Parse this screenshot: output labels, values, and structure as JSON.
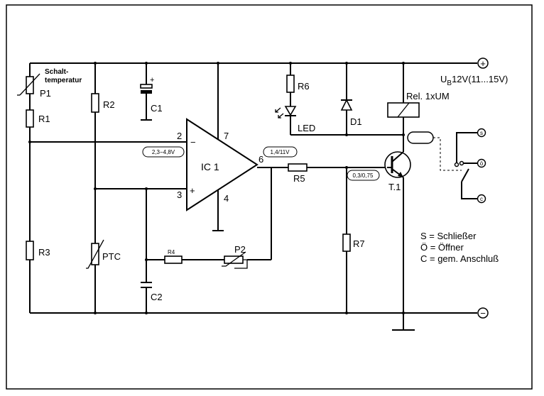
{
  "supply": {
    "ub_prefix": "U",
    "ub_sub": "B",
    "ub_value": "12V(11...15V)",
    "plus_symbol": "+",
    "minus_symbol": "−"
  },
  "components": {
    "p1_note_line1": "Schalt-",
    "p1_note_line2": "temperatur",
    "p1": "P1",
    "r1": "R1",
    "r2": "R2",
    "r3": "R3",
    "r4": "R4",
    "r5": "R5",
    "r6": "R6",
    "r7": "R7",
    "c1": "C1",
    "c1_plus": "+",
    "c2": "C2",
    "ptc": "PTC",
    "p2": "P2",
    "ic1": "IC 1",
    "led": "LED",
    "d1": "D1",
    "t1": "T.1",
    "relay": "Rel. 1xUM"
  },
  "pins": {
    "pin2": "2",
    "pin3": "3",
    "pin4": "4",
    "pin6": "6",
    "pin7": "7",
    "minus": "−",
    "plus": "+"
  },
  "voltages": {
    "input": "2,3−4,8V",
    "output": "1,4/11V",
    "base": "0,3/0,75"
  },
  "contacts": {
    "s": "s",
    "o": "ö",
    "c": "c"
  },
  "legend": {
    "s": "S = Schließer",
    "o": "Ö = Öffner",
    "c": "C = gem. Anschluß"
  },
  "icons": [
    "ground-symbol",
    "npn-transistor-symbol",
    "relay-coil-symbol",
    "led-symbol",
    "diode-symbol",
    "capacitor-symbol",
    "thermistor-symbol"
  ]
}
